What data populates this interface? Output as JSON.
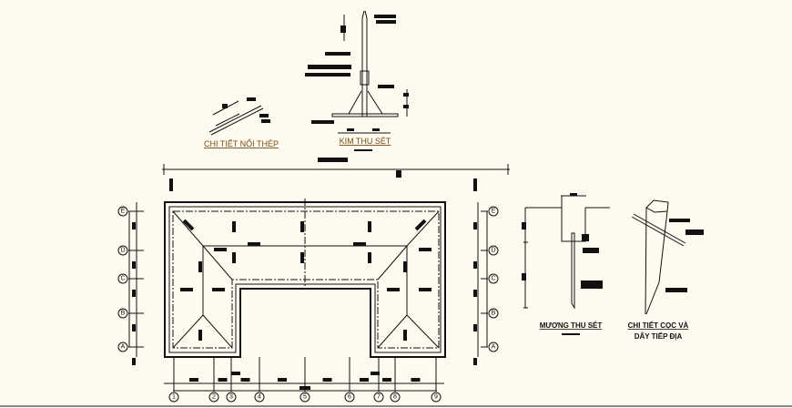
{
  "details": {
    "steel_joint_title": "CHI TIẾT NỐI THÉP",
    "lightning_rod_title": "KIM THU SÉT",
    "trench_title": "MƯƠNG THU SÉT",
    "ground_rod_title_line1": "CHI TIẾT CỌC VÀ",
    "ground_rod_title_line2": "DÂY TIẾP ĐỊA"
  },
  "grid": {
    "rows": [
      "E",
      "D",
      "C",
      "B",
      "A"
    ],
    "columns": [
      "1",
      "2",
      "3",
      "4",
      "5",
      "6",
      "7",
      "8",
      "9"
    ]
  },
  "colors": {
    "background": "#fdfbef",
    "line": "#111111",
    "title": "#7a4a12",
    "frame": "#888888"
  }
}
